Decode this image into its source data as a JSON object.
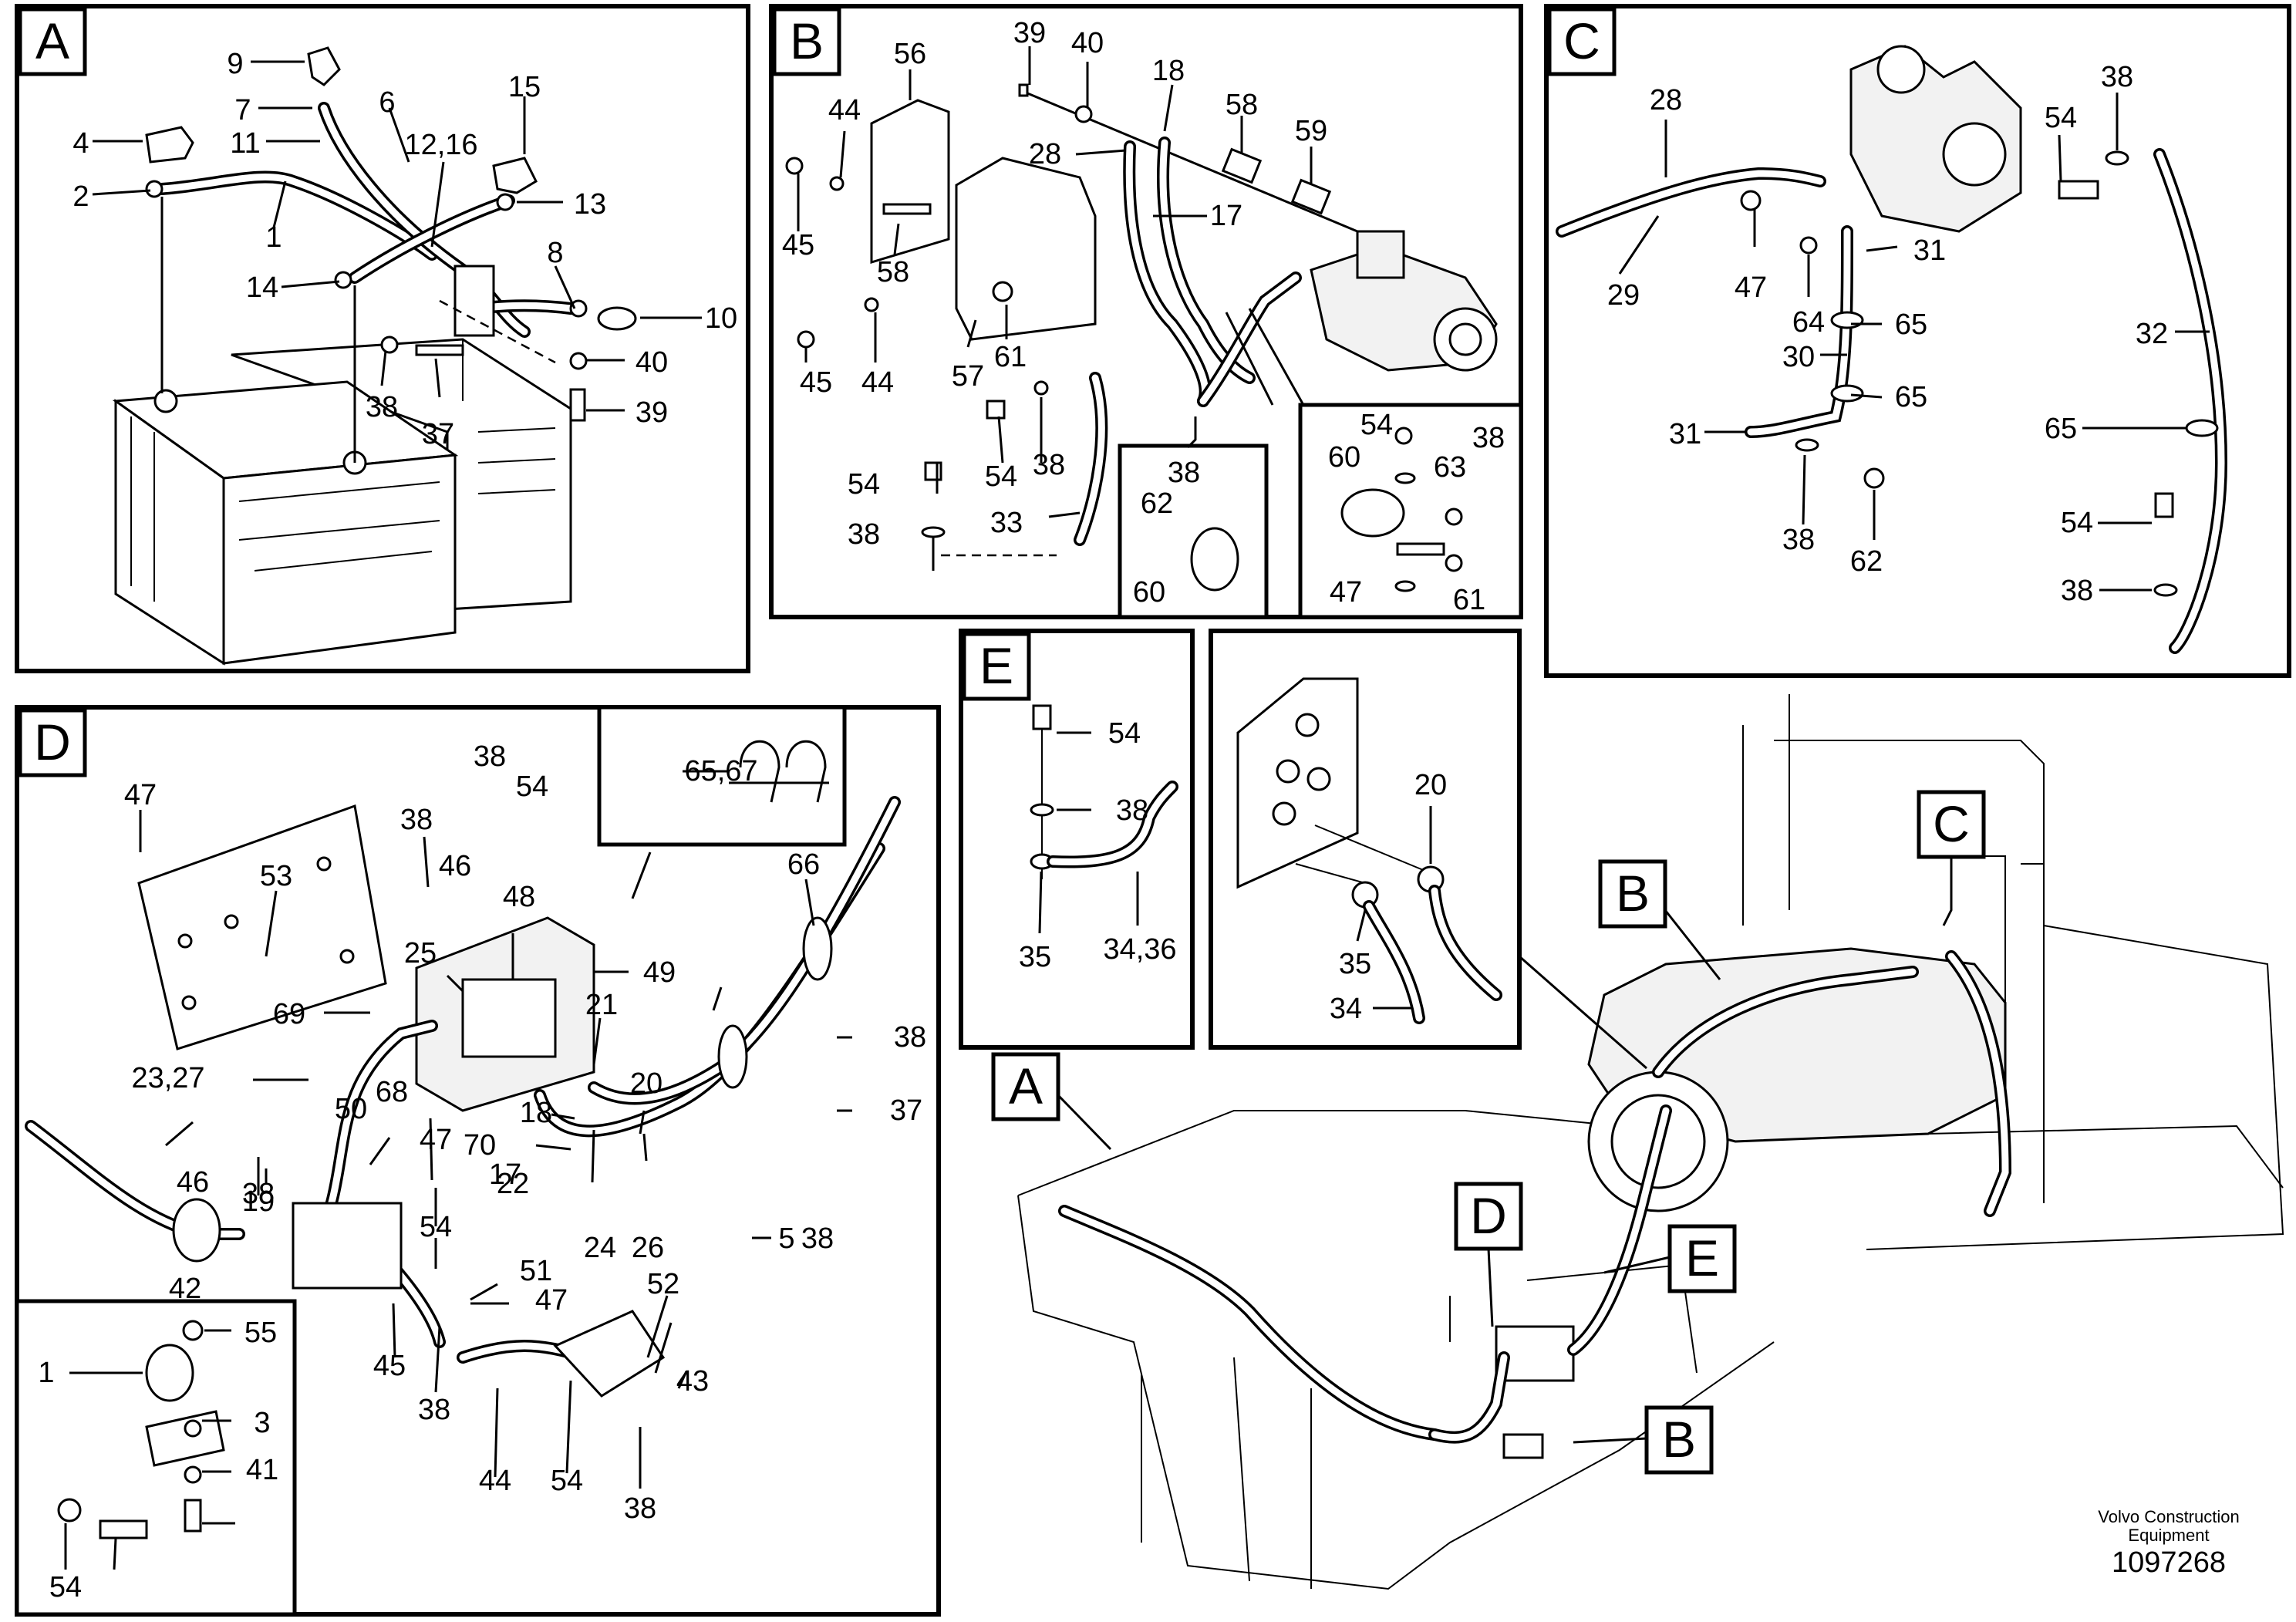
{
  "panels": {
    "A": {
      "tag": "A",
      "numbers": [
        "9",
        "7",
        "11",
        "6",
        "15",
        "4",
        "12,16",
        "2",
        "13",
        "1",
        "8",
        "14",
        "10",
        "40",
        "38",
        "37",
        "39"
      ]
    },
    "B": {
      "tag": "B",
      "numbers": [
        "39",
        "40",
        "56",
        "18",
        "58",
        "59",
        "44",
        "28",
        "17",
        "45",
        "58",
        "61",
        "57",
        "44",
        "45",
        "54",
        "38",
        "38",
        "54",
        "62",
        "33",
        "38",
        "54",
        "60",
        "63",
        "47",
        "61",
        "60"
      ]
    },
    "C": {
      "tag": "C",
      "numbers": [
        "28",
        "54",
        "38",
        "31",
        "29",
        "47",
        "64",
        "65",
        "30",
        "32",
        "65",
        "31",
        "65",
        "54",
        "38",
        "62",
        "38"
      ]
    },
    "D": {
      "tag": "D",
      "numbers": [
        "65,67",
        "38",
        "47",
        "54",
        "38",
        "53",
        "46",
        "48",
        "66",
        "25",
        "49",
        "69",
        "21",
        "38",
        "23,27",
        "20",
        "18",
        "68",
        "37",
        "50",
        "47",
        "70",
        "46",
        "38",
        "17",
        "38",
        "19",
        "22",
        "24",
        "26",
        "54",
        "51",
        "5",
        "42",
        "47",
        "52",
        "55",
        "1",
        "3",
        "45",
        "38",
        "43",
        "41",
        "44",
        "54",
        "38",
        "54"
      ]
    },
    "E": {
      "tag": "E",
      "numbers": [
        "54",
        "38",
        "35",
        "34,36"
      ]
    },
    "F": {
      "numbers": [
        "20",
        "35",
        "34"
      ]
    }
  },
  "overview": {
    "labels": [
      "C",
      "B",
      "A",
      "D",
      "E",
      "B"
    ]
  },
  "footer": {
    "brand_line1": "Volvo Construction",
    "brand_line2": "Equipment",
    "figure_number": "1097268"
  }
}
